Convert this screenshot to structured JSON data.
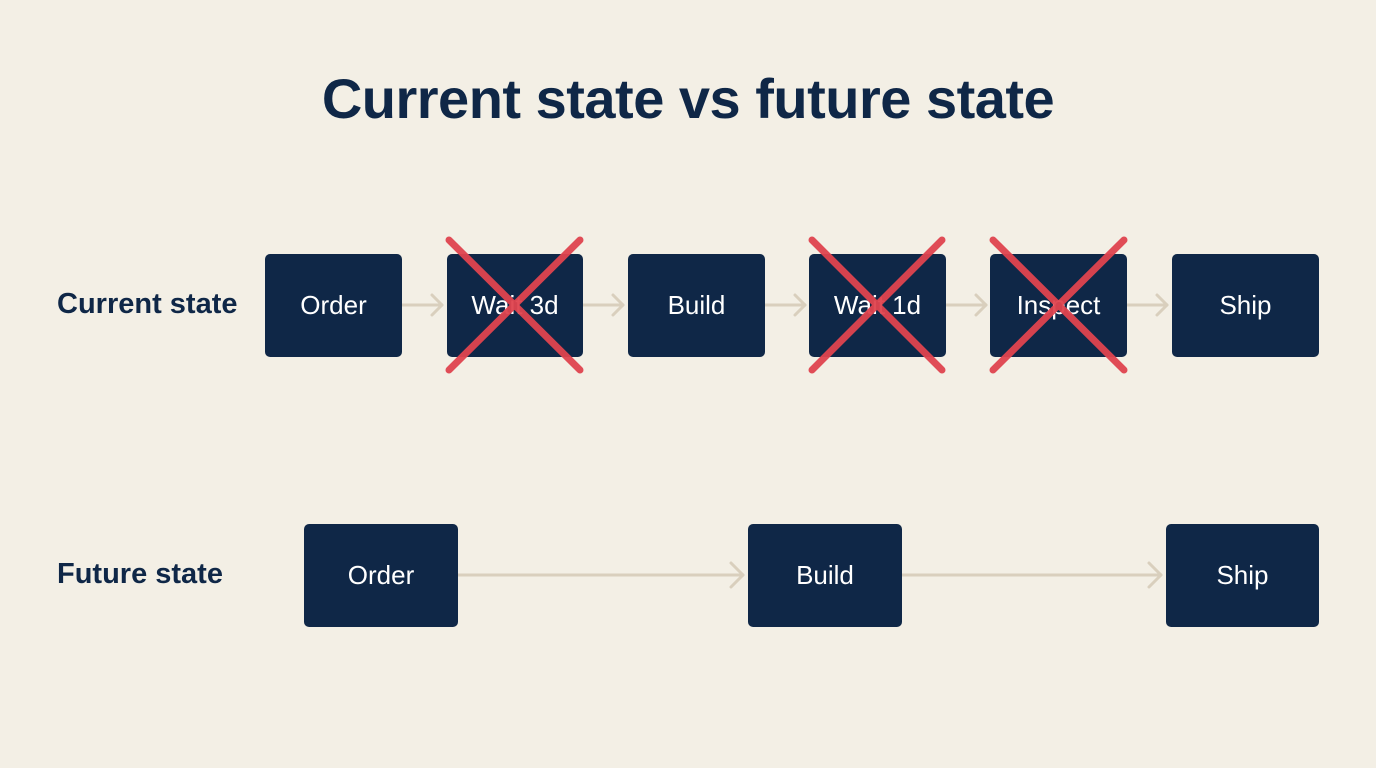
{
  "title": "Current state vs future state",
  "rows": {
    "current": {
      "label": "Current state",
      "steps": [
        {
          "label": "Order",
          "removed": false
        },
        {
          "label": "Wait 3d",
          "removed": true
        },
        {
          "label": "Build",
          "removed": false
        },
        {
          "label": "Wait 1d",
          "removed": true
        },
        {
          "label": "Inspect",
          "removed": true
        },
        {
          "label": "Ship",
          "removed": false
        }
      ]
    },
    "future": {
      "label": "Future state",
      "steps": [
        {
          "label": "Order"
        },
        {
          "label": "Build"
        },
        {
          "label": "Ship"
        }
      ]
    }
  },
  "colors": {
    "background": "#f3efe5",
    "box": "#0f2747",
    "box_text": "#ffffff",
    "arrow": "#d9cfbd",
    "cross": "#e0444f",
    "title": "#0f2747"
  }
}
